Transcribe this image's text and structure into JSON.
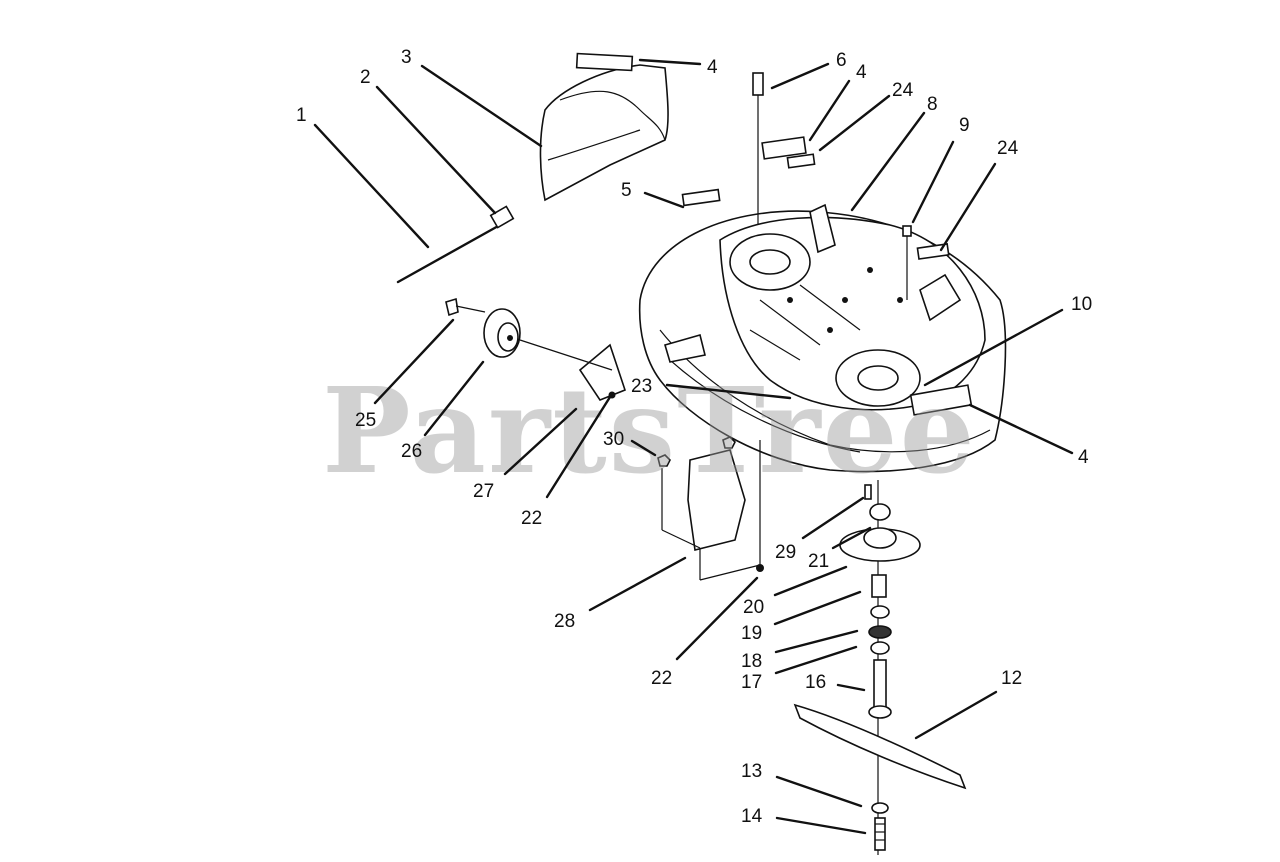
{
  "watermark": "PartsTree",
  "callouts": {
    "c1": "1",
    "c2": "2",
    "c3": "3",
    "c4a": "4",
    "c4b": "4",
    "c4c": "4",
    "c5": "5",
    "c6": "6",
    "c8": "8",
    "c9": "9",
    "c10": "10",
    "c12": "12",
    "c13": "13",
    "c14": "14",
    "c16": "16",
    "c17": "17",
    "c18": "18",
    "c19": "19",
    "c20": "20",
    "c21": "21",
    "c22a": "22",
    "c22b": "22",
    "c23": "23",
    "c24a": "24",
    "c24b": "24",
    "c25": "25",
    "c26": "26",
    "c27": "27",
    "c28": "28",
    "c29": "29",
    "c30": "30"
  }
}
